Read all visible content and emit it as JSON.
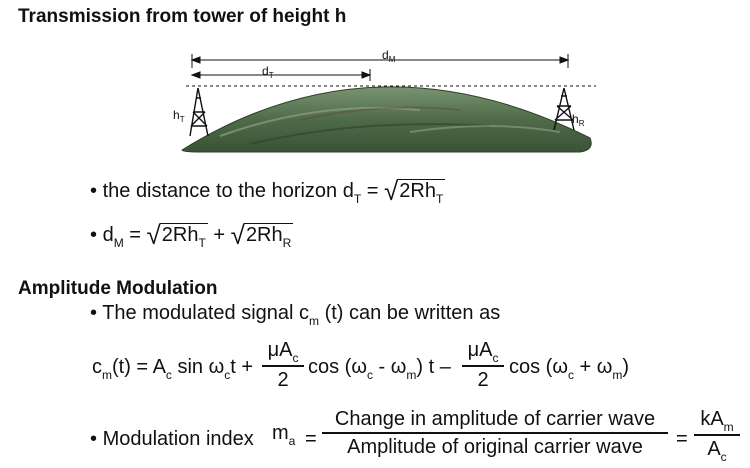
{
  "heading_transmission": "Transmission from tower of height h",
  "figure": {
    "label_dM": "d",
    "label_dM_sub": "M",
    "label_dT": "d",
    "label_dT_sub": "T",
    "label_hT": "h",
    "label_hT_sub": "T",
    "label_hR": "h",
    "label_hR_sub": "R"
  },
  "bullet1": {
    "text": "the distance to the horizon d",
    "sub": "T",
    "eq": " =",
    "sqrt": "2Rh",
    "sqrt_sub": "T"
  },
  "bullet2": {
    "lhs": "d",
    "lhs_sub": "M",
    "eq": " =",
    "term1": "2Rh",
    "term1_sub": "T",
    "plus": "+",
    "term2": "2Rh",
    "term2_sub": "R"
  },
  "heading_am": "Amplitude Modulation",
  "am_bullet": {
    "text_a": "The modulated signal c",
    "sub": "m",
    "text_b": " (t) can be written as"
  },
  "eq_cm": {
    "lhs": "c",
    "lhs_sub": "m",
    "lhs_rest": "(t) = A",
    "ac_sub": "c",
    "sin": " sin ω",
    "wc_sub": "c",
    "t_plus": "t +",
    "frac_num": "μA",
    "frac_num_sub": "c",
    "frac_den": "2",
    "cos1": "cos (ω",
    "cos1_sub1": "c",
    "cos1_mid": " -  ω",
    "cos1_sub2": "m",
    "cos1_end": ") t –",
    "frac2_num": "μA",
    "frac2_num_sub": "c",
    "frac2_den": "2",
    "cos2": "cos (ω",
    "cos2_sub1": "c",
    "cos2_mid": " + ω",
    "cos2_sub2": "m",
    "cos2_end": ")"
  },
  "mod_index": {
    "label": "Modulation index",
    "sym": "m",
    "sym_sub": "a",
    "eq": "=",
    "num": "Change in amplitude of carrier wave",
    "den": "Amplitude of original carrier wave",
    "eq2": "=",
    "k_num": "kA",
    "k_num_sub": "m",
    "k_den": "A",
    "k_den_sub": "c"
  },
  "colors": {
    "terrain_dark": "#3f5a3a",
    "terrain_light": "#6f8a62"
  },
  "icons": [
    "bullet-icon",
    "tower-icon",
    "terrain-icon",
    "dimension-arrow-icon"
  ]
}
